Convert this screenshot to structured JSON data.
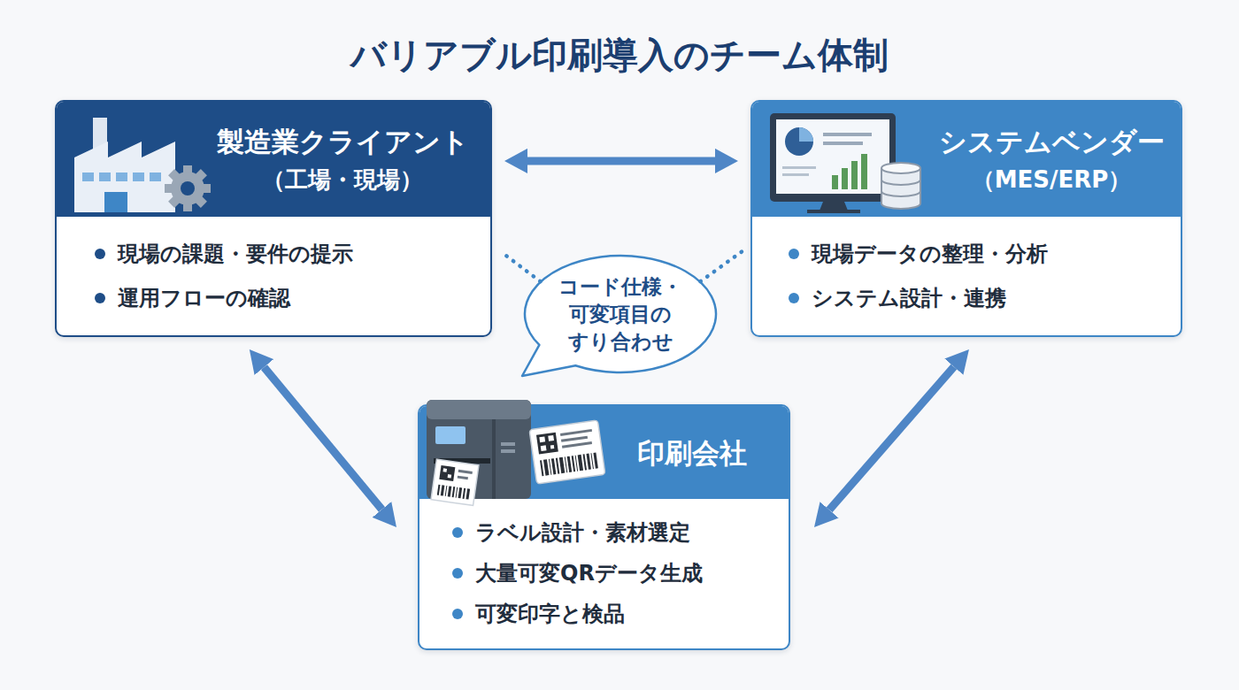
{
  "diagram": {
    "title": "バリアブル印刷導入のチーム体制",
    "nodes": [
      {
        "text": [
          "製造業クライアント",
          "（工場・現場）",
          "現場の課題・要件の提示",
          "運用フローの確認"
        ]
      },
      {
        "text": [
          "システムベンダー",
          "（MES/ERP）",
          "現場データの整理・分析",
          "システム設計・連携"
        ]
      },
      {
        "text": [
          "コード仕様・可変項目のすり合わせ"
        ]
      },
      {
        "text": [
          "印刷会社",
          "ラベル設計・素材選定",
          "大量可変QRデータ生成",
          "可変印字と検品"
        ]
      }
    ],
    "edges": [
      {
        "from": 0,
        "to": 1,
        "arrow": "both"
      },
      {
        "from": 0,
        "to": 3,
        "arrow": "both"
      },
      {
        "from": 1,
        "to": 3,
        "arrow": "both"
      },
      {
        "from": 2,
        "to": 0,
        "arrow": "none"
      },
      {
        "from": 2,
        "to": 1,
        "arrow": "none"
      }
    ]
  }
}
